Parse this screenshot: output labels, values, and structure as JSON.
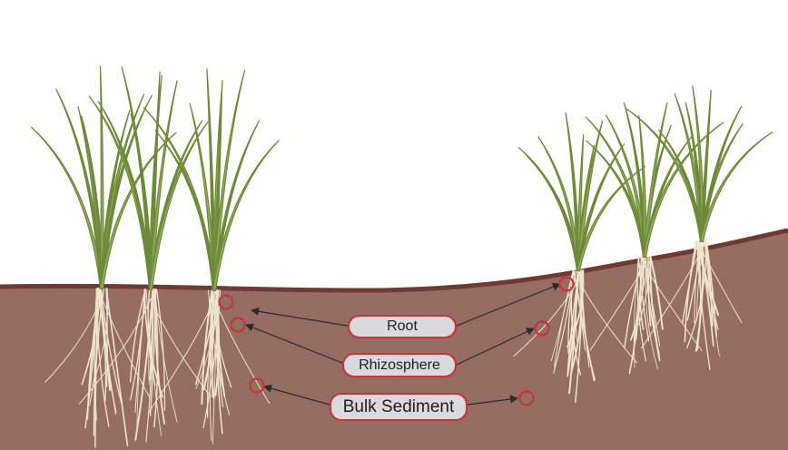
{
  "labels": {
    "root": "Root",
    "rhizosphere": "Rhizosphere",
    "bulk_sediment": "Bulk Sediment"
  },
  "colors": {
    "sediment": "#956d62",
    "sediment_edge": "#6e3a33",
    "grass": "#6d8a3a",
    "grass_light": "#93ab5e",
    "root": "#efe4cc",
    "marker": "#c7343a",
    "pill_fill": "#d9d9de",
    "arrow": "#2b2b2b"
  },
  "icons": {
    "marker": "sample-circle-icon",
    "plant": "seagrass-plant-icon"
  }
}
